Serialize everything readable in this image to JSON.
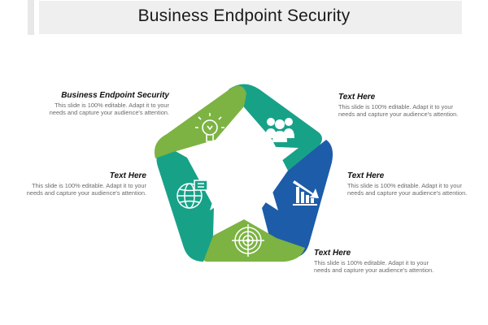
{
  "slide": {
    "title": "Business Endpoint Security"
  },
  "colors": {
    "teal": "#17a288",
    "green": "#7cb342",
    "blue": "#1d5ca8",
    "heading_text": "#111111",
    "body_text": "#6a6a6a"
  },
  "segments": [
    {
      "name": "lightbulb-segment",
      "color": "green",
      "icon": "lightbulb-icon"
    },
    {
      "name": "people-segment",
      "color": "teal",
      "icon": "people-icon"
    },
    {
      "name": "chart-segment",
      "color": "blue",
      "icon": "bar-chart-icon"
    },
    {
      "name": "target-segment",
      "color": "green",
      "icon": "target-icon"
    },
    {
      "name": "globe-segment",
      "color": "teal",
      "icon": "globe-chat-icon"
    }
  ],
  "blocks": {
    "top_left": {
      "heading": "Business Endpoint Security",
      "desc": "This slide is 100% editable. Adapt it to your needs and capture your audience's attention."
    },
    "top_right": {
      "heading": "Text Here",
      "desc": "This slide is 100% editable. Adapt it to your needs and capture your audience's attention."
    },
    "mid_left": {
      "heading": "Text Here",
      "desc": "This slide is 100% editable. Adapt it to your needs and capture your audience's attention."
    },
    "mid_right": {
      "heading": "Text Here",
      "desc": "This slide is 100% editable. Adapt it to your needs and capture your audience's attention."
    },
    "bottom_right": {
      "heading": "Text Here",
      "desc": "This slide is 100% editable. Adapt it to your needs and capture your audience's attention."
    }
  }
}
